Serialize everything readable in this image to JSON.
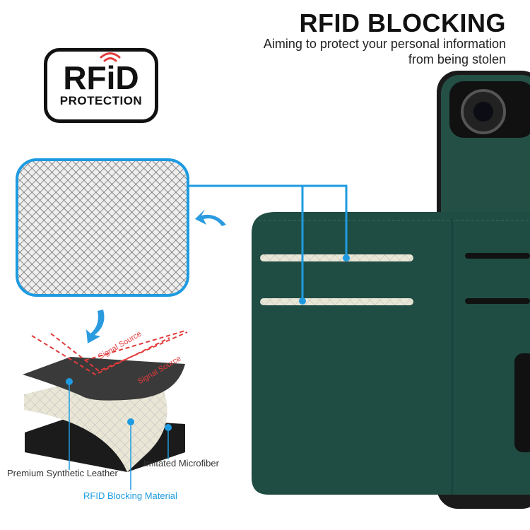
{
  "header": {
    "title": "RFID BLOCKING",
    "subtitle_line1": "Aiming to protect your personal information",
    "subtitle_line2": "from being stolen"
  },
  "badge": {
    "main": "RFiD",
    "sub": "PROTECTION"
  },
  "diagram": {
    "signal_label_1": "Signal Source",
    "signal_label_2": "Signal Source",
    "layer_top": "Premium Synthetic Leather",
    "layer_middle": "RFID Blocking Material",
    "layer_bottom": "Imitated Microfiber"
  },
  "colors": {
    "accent": "#1e9be0",
    "wallet": "#1f4d43",
    "signal": "#e23b3b"
  }
}
